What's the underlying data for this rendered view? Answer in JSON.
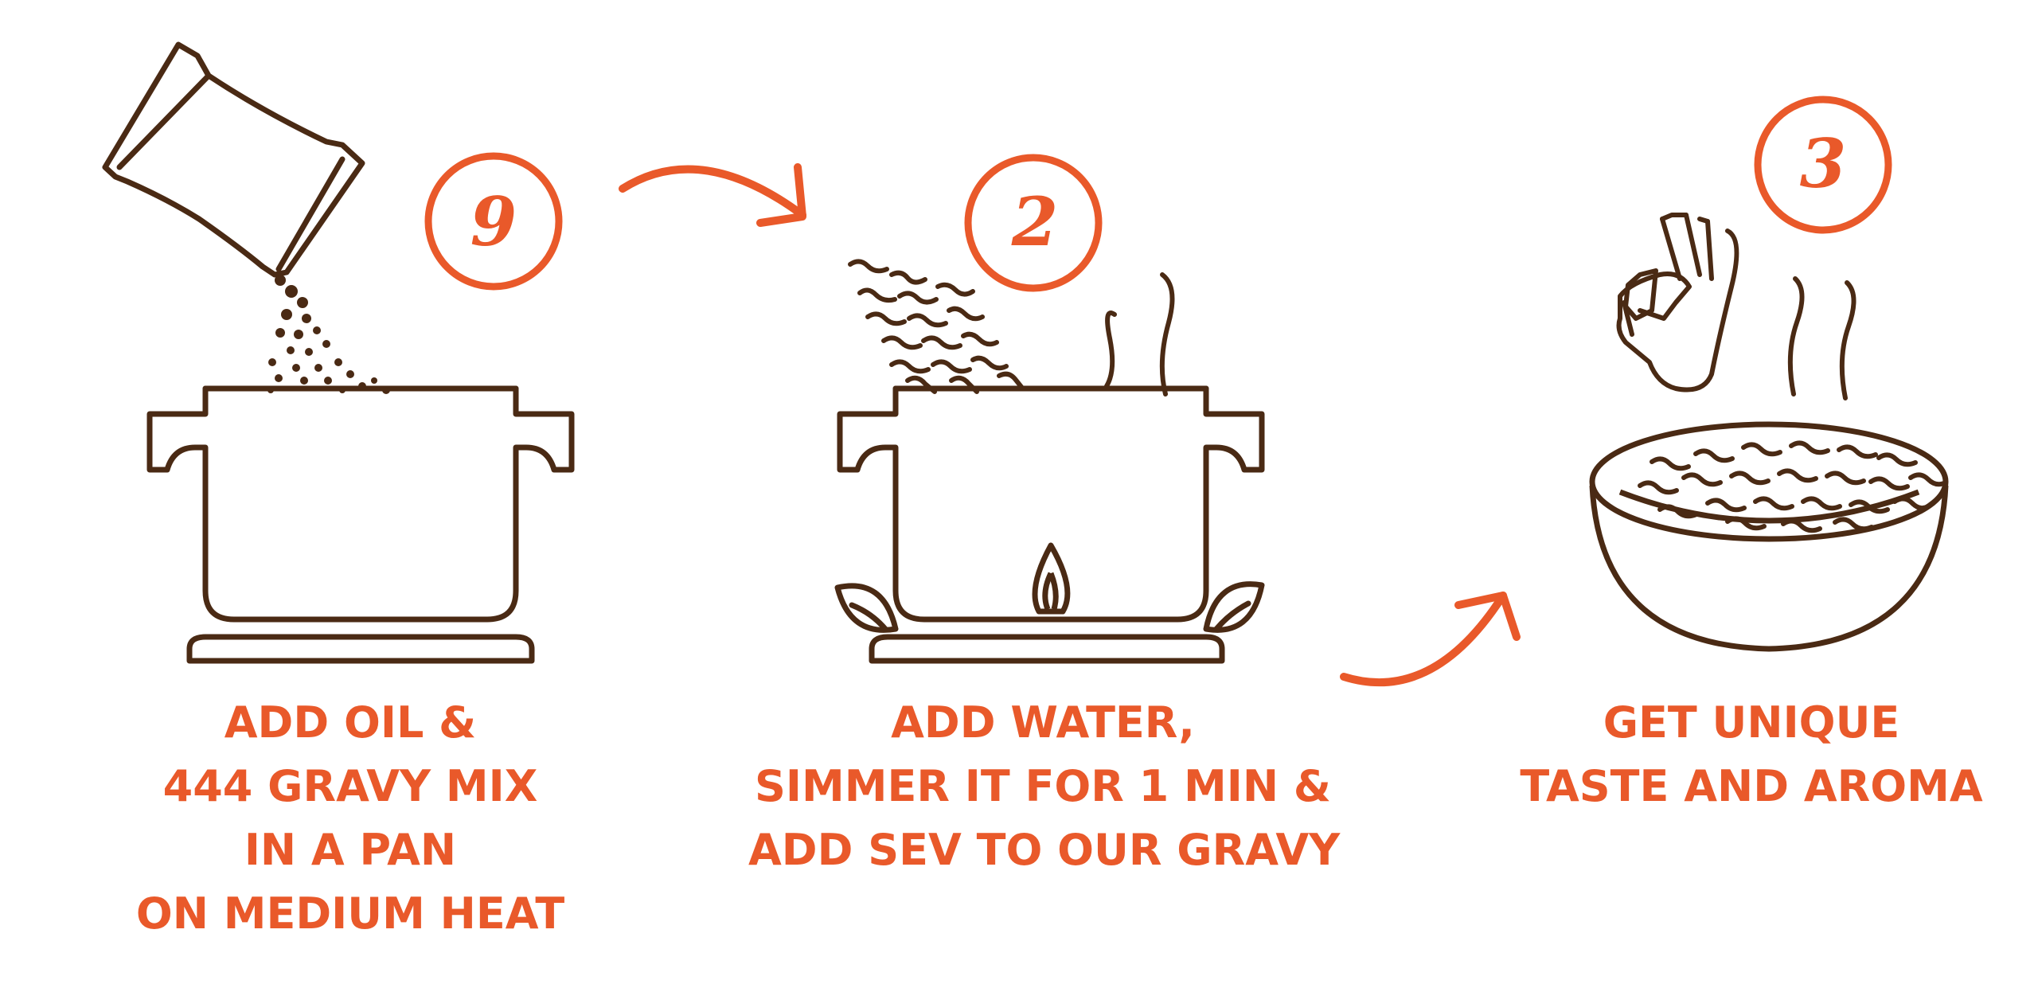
{
  "colors": {
    "ink": "#4a2a14",
    "accent": "#e9592a",
    "background": "#ffffff"
  },
  "steps": [
    {
      "number": "9",
      "icon": "pouring-packet-pot-icon",
      "caption": [
        "ADD OIL &",
        "444 GRAVY MIX",
        "IN A PAN",
        "ON MEDIUM HEAT"
      ]
    },
    {
      "number": "2",
      "icon": "pot-on-stove-icon",
      "caption": [
        "ADD WATER,",
        "SIMMER IT FOR 1 MIN &",
        "ADD SEV TO OUR GRAVY"
      ]
    },
    {
      "number": "3",
      "icon": "bowl-of-sev-icon",
      "caption": [
        "GET UNIQUE",
        "TASTE AND AROMA"
      ]
    }
  ],
  "arrows": [
    "right-curved-arrow-icon",
    "up-curved-arrow-icon"
  ]
}
